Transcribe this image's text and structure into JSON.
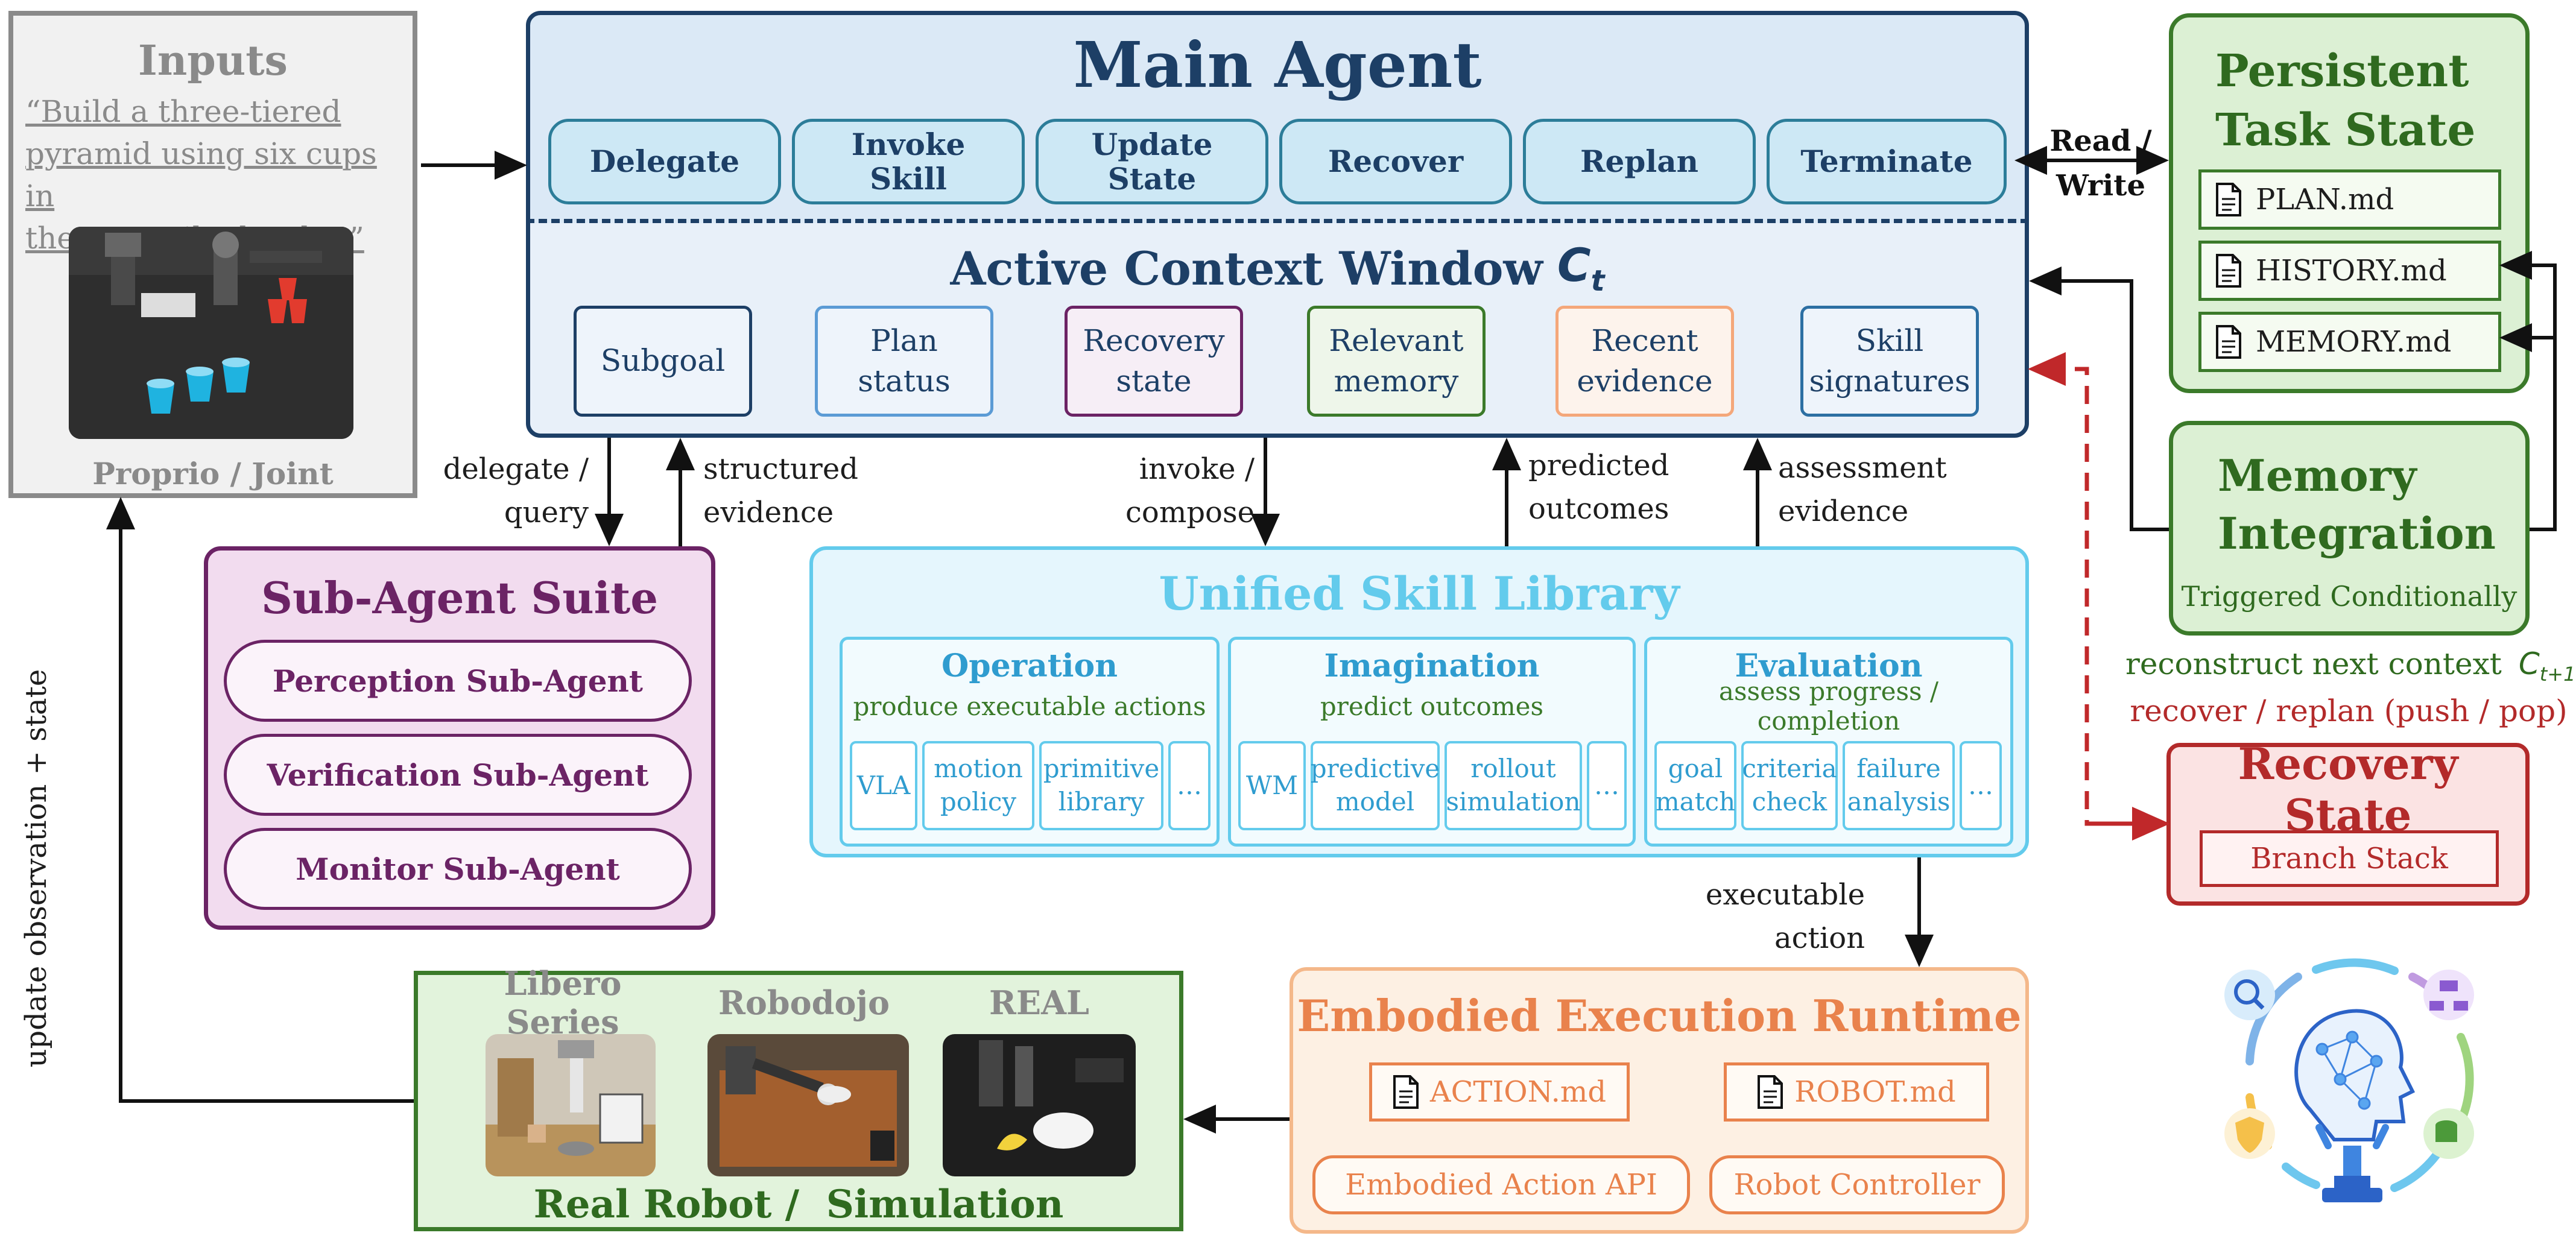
{
  "inputs": {
    "title": "Inputs",
    "instruction_lines": [
      "“Build a three-tiered",
      "pyramid using six cups in",
      "the prescribed order.”"
    ],
    "footer": "Proprio / Joint"
  },
  "main_agent": {
    "title": "Main Agent",
    "actions": [
      {
        "line1": "Delegate",
        "line2": ""
      },
      {
        "line1": "Invoke",
        "line2": "Skill"
      },
      {
        "line1": "Update",
        "line2": "State"
      },
      {
        "line1": "Recover",
        "line2": ""
      },
      {
        "line1": "Replan",
        "line2": ""
      },
      {
        "line1": "Terminate",
        "line2": ""
      }
    ]
  },
  "context_window": {
    "title": "Active Context Window",
    "symbol": "C",
    "subscript": "t",
    "items": [
      {
        "line1": "Subgoal",
        "line2": "",
        "color": "#1d3f66"
      },
      {
        "line1": "Plan",
        "line2": "status",
        "color": "#5b9bd5"
      },
      {
        "line1": "Recovery",
        "line2": "state",
        "color": "#6b2365"
      },
      {
        "line1": "Relevant",
        "line2": "memory",
        "color": "#3b7a2a"
      },
      {
        "line1": "Recent",
        "line2": "evidence",
        "color": "#f4a77a"
      },
      {
        "line1": "Skill",
        "line2": "signatures",
        "color": "#2c6fa3"
      }
    ]
  },
  "persistent": {
    "title_line1": "Persistent",
    "title_line2": "Task State",
    "files": [
      "PLAN.md",
      "HISTORY.md",
      "MEMORY.md"
    ],
    "read_write_line1": "Read /",
    "read_write_line2": "Write"
  },
  "memory_integration": {
    "title_line1": "Memory",
    "title_line2": "Integration",
    "subtitle": "Triggered Conditionally"
  },
  "reconstruct": {
    "text": "reconstruct next context",
    "symbol": "C",
    "subscript": "t+1"
  },
  "recover_replan": "recover / replan (push / pop)",
  "recovery_state": {
    "title": "Recovery State",
    "item": "Branch Stack"
  },
  "edges": {
    "delegate_query_1": "delegate /",
    "delegate_query_2": "query",
    "structured_evidence_1": "structured",
    "structured_evidence_2": "evidence",
    "invoke_compose_1": "invoke /",
    "invoke_compose_2": "compose",
    "predicted_outcomes_1": "predicted",
    "predicted_outcomes_2": "outcomes",
    "assessment_evidence_1": "assessment",
    "assessment_evidence_2": "evidence",
    "executable_action_1": "executable",
    "executable_action_2": "action",
    "update_obs": "update observation + state"
  },
  "sub_agent_suite": {
    "title": "Sub-Agent Suite",
    "agents": [
      "Perception Sub-Agent",
      "Verification Sub-Agent",
      "Monitor Sub-Agent"
    ]
  },
  "skill_library": {
    "title": "Unified Skill Library",
    "columns": [
      {
        "title": "Operation",
        "subtitle": "produce executable actions",
        "items": [
          {
            "line1": "VLA",
            "line2": ""
          },
          {
            "line1": "motion",
            "line2": "policy"
          },
          {
            "line1": "primitive",
            "line2": "library"
          },
          {
            "line1": "…",
            "line2": ""
          }
        ]
      },
      {
        "title": "Imagination",
        "subtitle": "predict outcomes",
        "items": [
          {
            "line1": "WM",
            "line2": ""
          },
          {
            "line1": "predictive",
            "line2": "model"
          },
          {
            "line1": "rollout",
            "line2": "simulation"
          },
          {
            "line1": "…",
            "line2": ""
          }
        ]
      },
      {
        "title": "Evaluation",
        "subtitle": "assess progress / completion",
        "items": [
          {
            "line1": "goal",
            "line2": "match"
          },
          {
            "line1": "criteria",
            "line2": "check"
          },
          {
            "line1": "failure",
            "line2": "analysis"
          },
          {
            "line1": "…",
            "line2": ""
          }
        ]
      }
    ]
  },
  "runtime": {
    "title": "Embodied Execution Runtime",
    "files": [
      "ACTION.md",
      "ROBOT.md"
    ],
    "apis": [
      "Embodied Action API",
      "Robot Controller"
    ]
  },
  "robot_sim": {
    "labels": [
      "Libero Series",
      "Robodojo",
      "REAL"
    ],
    "footer": "Real Robot /  Simulation"
  },
  "colors": {
    "navy": "#1d3f66",
    "purple": "#6b2365",
    "sky": "#63cbec",
    "green": "#3b7a2a",
    "orange": "#e9824c",
    "red": "#b32a2a"
  }
}
